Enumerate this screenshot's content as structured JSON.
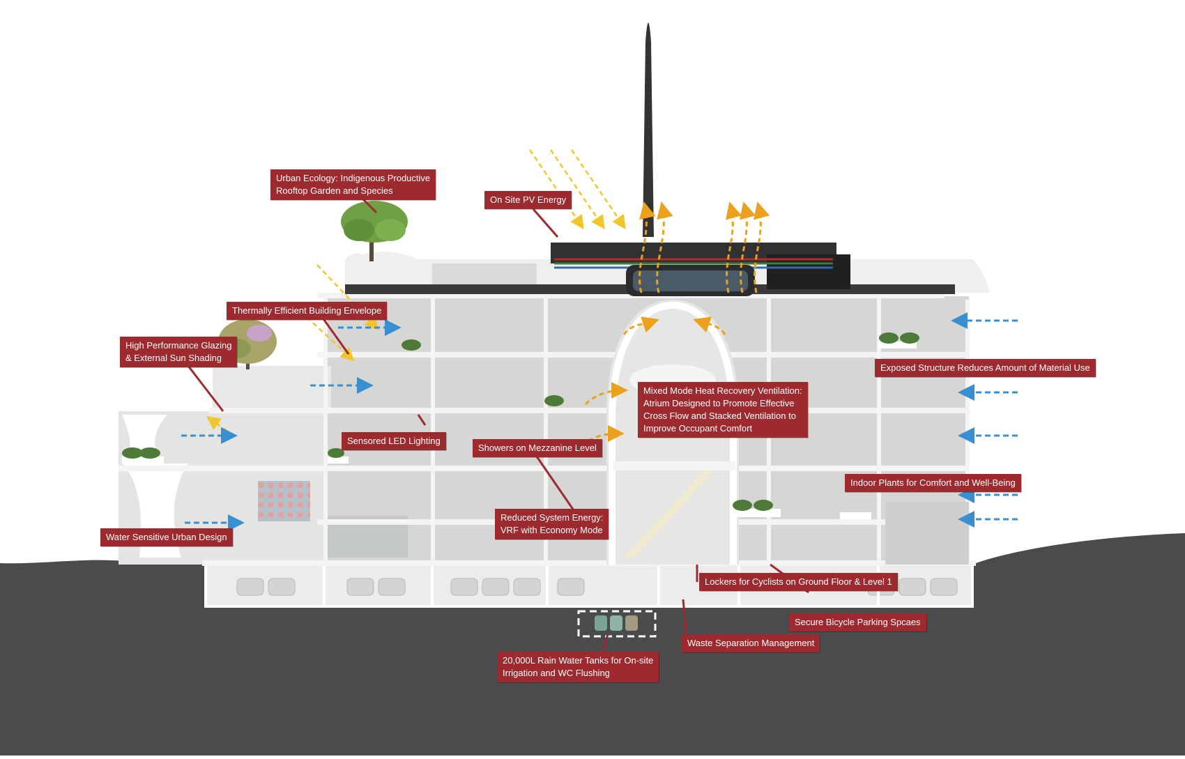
{
  "callouts": {
    "urban_ecology": [
      "Urban Ecology: Indigenous Productive",
      "Rooftop Garden and Species"
    ],
    "pv_energy": [
      "On Site PV Energy"
    ],
    "thermal_envelope": [
      "Thermally Efficient Building Envelope"
    ],
    "glazing": [
      "High Performance Glazing",
      "& External Sun Shading"
    ],
    "led_lighting": [
      "Sensored LED Lighting"
    ],
    "showers": [
      "Showers on Mezzanine Level"
    ],
    "ventilation": [
      "Mixed Mode Heat Recovery Ventilation:",
      "Atrium Designed to Promote Effective",
      "Cross Flow and Stacked Ventilation to",
      "Improve Occupant Comfort"
    ],
    "exposed_structure": [
      "Exposed Structure Reduces Amount of Material Use"
    ],
    "indoor_plants": [
      "Indoor Plants for Comfort and Well-Being"
    ],
    "system_energy": [
      "Reduced System Energy:",
      "VRF with Economy Mode"
    ],
    "water_sensitive": [
      "Water Sensitive Urban Design"
    ],
    "lockers": [
      "Lockers for Cyclists on Ground Floor & Level 1"
    ],
    "bicycle_parking": [
      "Secure Bicycle Parking Spcaes"
    ],
    "waste": [
      "Waste Separation Management"
    ],
    "rain_tanks": [
      "20,000L Rain Water Tanks for On-site",
      "Irrigation and WC Flushing"
    ]
  },
  "colors": {
    "callout_bg": "#9c2a2f",
    "ground": "#4a4b4c",
    "structure": "#f4f4f2",
    "interior": "#d6d6d4",
    "roof": "#3a3a3c",
    "chimney": "#333333",
    "sun_arrow": "#f2c62a",
    "heat_arrow": "#eba11e",
    "air_arrow": "#3a8fd0",
    "tree": "#6fa046"
  }
}
